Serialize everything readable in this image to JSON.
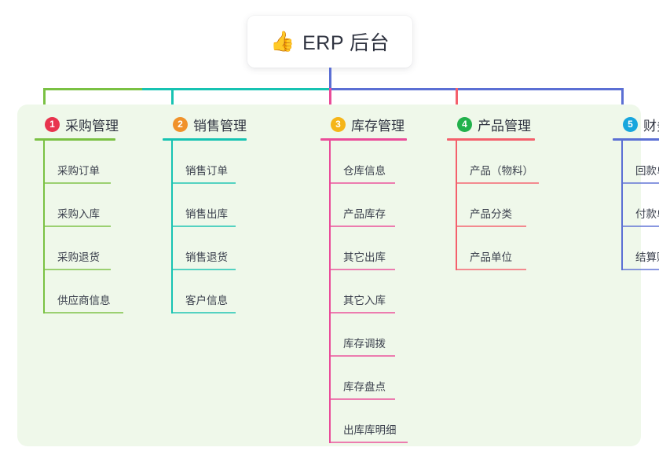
{
  "diagram": {
    "title": "ERP 后台",
    "root": {
      "icon": "thumbs-up-icon",
      "icon_glyph": "👍",
      "label": "ERP 后台"
    },
    "panel_color": "#eff8ea",
    "columns": [
      {
        "number": "1",
        "label": "采购管理",
        "badge_color": "#e8344e",
        "line_color": "#7ac143",
        "children": [
          "采购订单",
          "采购入库",
          "采购退货",
          "供应商信息"
        ]
      },
      {
        "number": "2",
        "label": "销售管理",
        "badge_color": "#f0922b",
        "line_color": "#17c3b2",
        "children": [
          "销售订单",
          "销售出库",
          "销售退货",
          "客户信息"
        ]
      },
      {
        "number": "3",
        "label": "库存管理",
        "badge_color": "#f5b519",
        "line_color": "#ea4c99",
        "children": [
          "仓库信息",
          "产品库存",
          "其它出库",
          "其它入库",
          "库存调拨",
          "库存盘点",
          "出库库明细"
        ]
      },
      {
        "number": "4",
        "label": "产品管理",
        "badge_color": "#22b14c",
        "line_color": "#f4606c",
        "children": [
          "产品（物料）",
          "产品分类",
          "产品单位"
        ]
      },
      {
        "number": "5",
        "label": "财务管理",
        "badge_color": "#18a6dd",
        "line_color": "#5b6fd4",
        "children": [
          "回款单",
          "付款单",
          "结算账户"
        ]
      }
    ],
    "connector_colors": {
      "root_stem": "#5b6fd4",
      "segment_1": "#7ac143",
      "segment_2": "#17c3b2",
      "segment_3": "#5b6fd4",
      "drop_1": "#7ac143",
      "drop_2": "#17c3b2",
      "drop_3": "#ea4c99",
      "drop_4": "#f4606c",
      "drop_5": "#5b6fd4"
    }
  }
}
